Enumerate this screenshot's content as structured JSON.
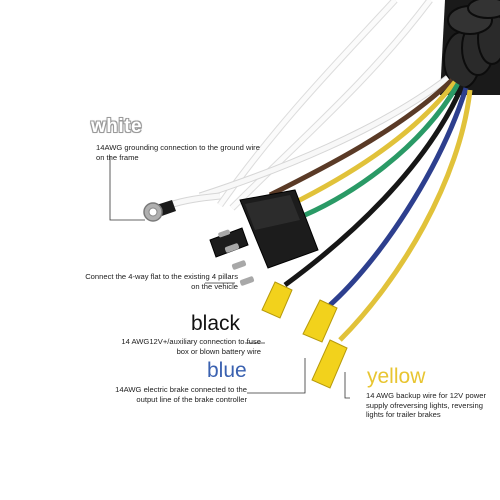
{
  "labels": {
    "white": {
      "title": "white",
      "desc": "14AWG grounding connection to the ground wire on the frame"
    },
    "connector": {
      "desc": "Connect the 4-way flat to the existing 4 pillars on the vehicle"
    },
    "black": {
      "title": "black",
      "desc": "14 AWG12V+/auxiliary connection to fuse box or blown battery wire"
    },
    "blue": {
      "title": "blue",
      "desc": "14AWG electric brake connected to the output line of the brake controller"
    },
    "yellow": {
      "title": "yellow",
      "desc": "14 AWG backup wire for 12V power supply ofreversing lights, reversing lights for trailer brakes"
    }
  },
  "colors": {
    "white_title": "#ffffff",
    "black_title": "#111111",
    "blue_title": "#3a61b0",
    "yellow_title": "#e8c531",
    "wire_white": "#f4f4f4",
    "wire_brown": "#5a3a26",
    "wire_yellow": "#e1c23a",
    "wire_green": "#2a9a66",
    "wire_black": "#161616",
    "wire_blue": "#2d3f8e",
    "terminal_yellow": "#f2d21c",
    "sheath": "#1a1a1a"
  },
  "icons": [
    "ring-terminal-icon",
    "flat-4-connector-icon",
    "butt-connector-icon",
    "cable-sheath-icon"
  ]
}
